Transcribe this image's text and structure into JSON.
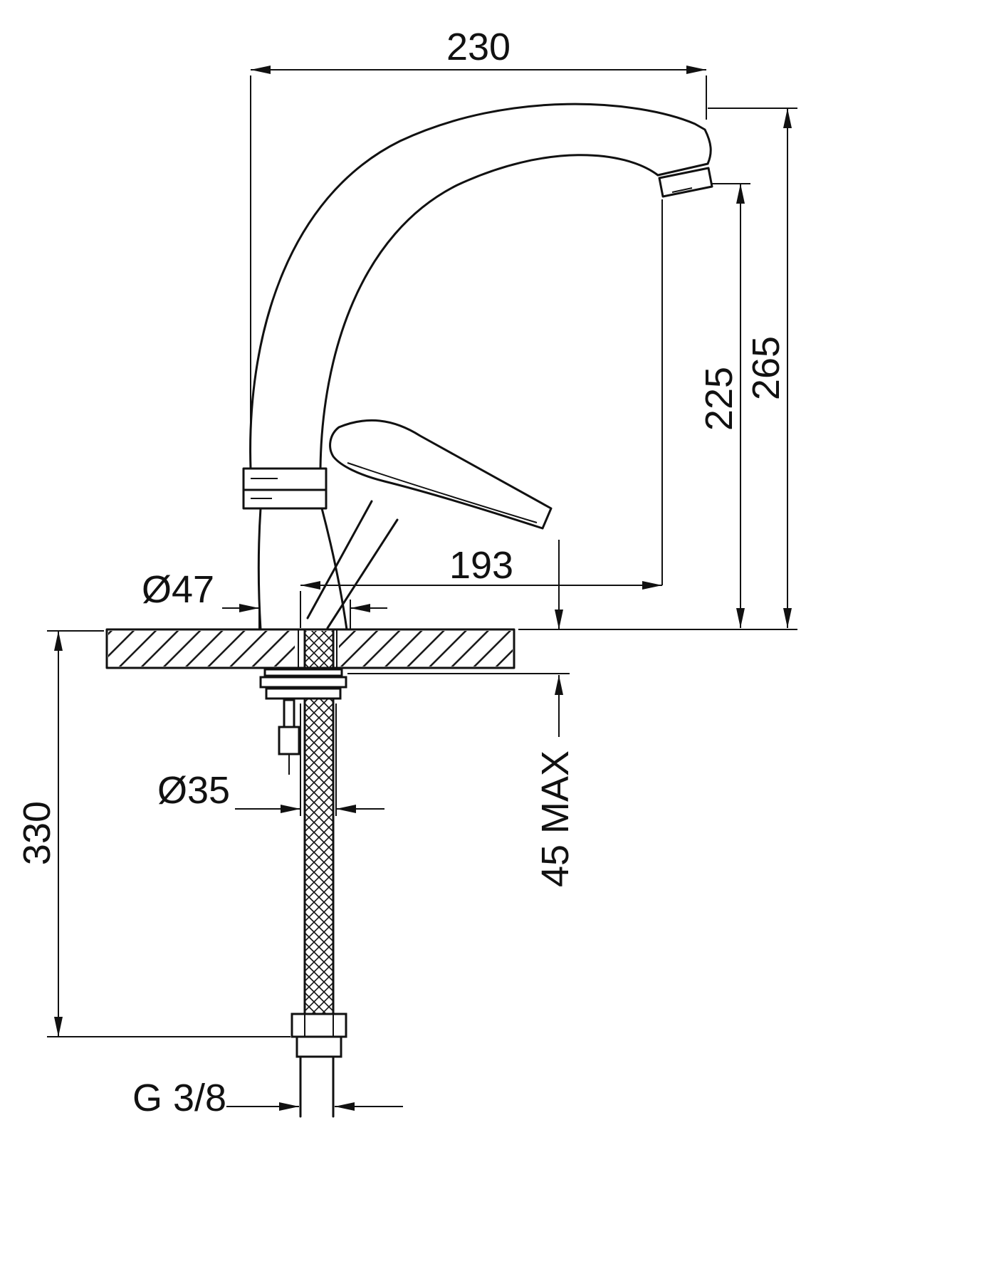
{
  "drawing": {
    "type": "technical-dimension-drawing",
    "subject": "single-lever kitchen faucet, side view with mounting hose",
    "colors": {
      "line": "#111111",
      "background": "#ffffff"
    },
    "dims": {
      "spout_reach": "230",
      "overall_height": "265",
      "outlet_height": "225",
      "handle_reach": "193",
      "base_diameter": "Ø47",
      "hole_diameter": "Ø35",
      "hose_drop": "330",
      "deck_thickness_max": "45 MAX",
      "thread": "G 3/8"
    }
  }
}
